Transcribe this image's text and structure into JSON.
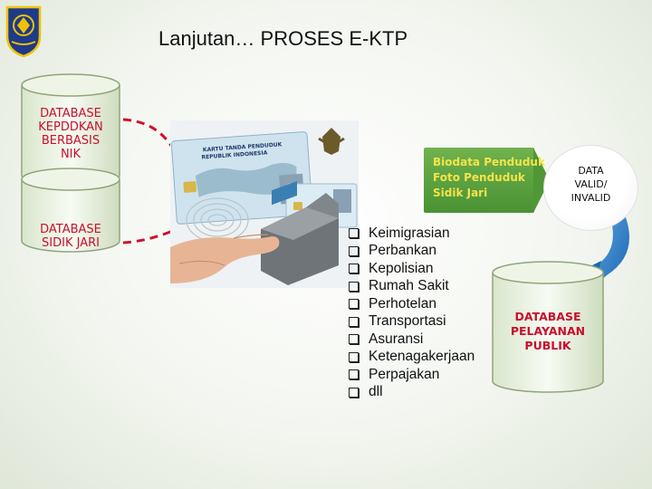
{
  "title": "Lanjutan… PROSES E-KTP",
  "left_databases": [
    {
      "lines": [
        "DATABASE",
        "KEPDDKAN",
        "BERBASIS",
        "NIK"
      ]
    },
    {
      "lines": [
        "DATABASE",
        "SIDIK JARI"
      ]
    }
  ],
  "photo": {
    "card_title_line1": "KARTU TANDA PENDUDUK",
    "card_title_line2": "REPUBLIK INDONESIA"
  },
  "biodata_box": {
    "lines": [
      "Biodata Penduduk",
      "Foto Penduduk",
      "Sidik Jari"
    ]
  },
  "validity": {
    "lines": [
      "DATA",
      "VALID/",
      "INVALID"
    ]
  },
  "services": [
    "Keimigrasian",
    "Perbankan",
    "Kepolisian",
    "Rumah Sakit",
    "Perhotelan",
    "Transportasi",
    "Asuransi",
    "Ketenagakerjaan",
    "Perpajakan",
    "dll"
  ],
  "service_database": {
    "lines": [
      "DATABASE",
      "PELAYANAN",
      "PUBLIK"
    ]
  },
  "colors": {
    "database_label": "#c8102e",
    "biodata_bg": "#5aa23c",
    "biodata_text": "#f4e34a",
    "connector": "#d0112b",
    "curve_arrow": "#1f78c8"
  }
}
